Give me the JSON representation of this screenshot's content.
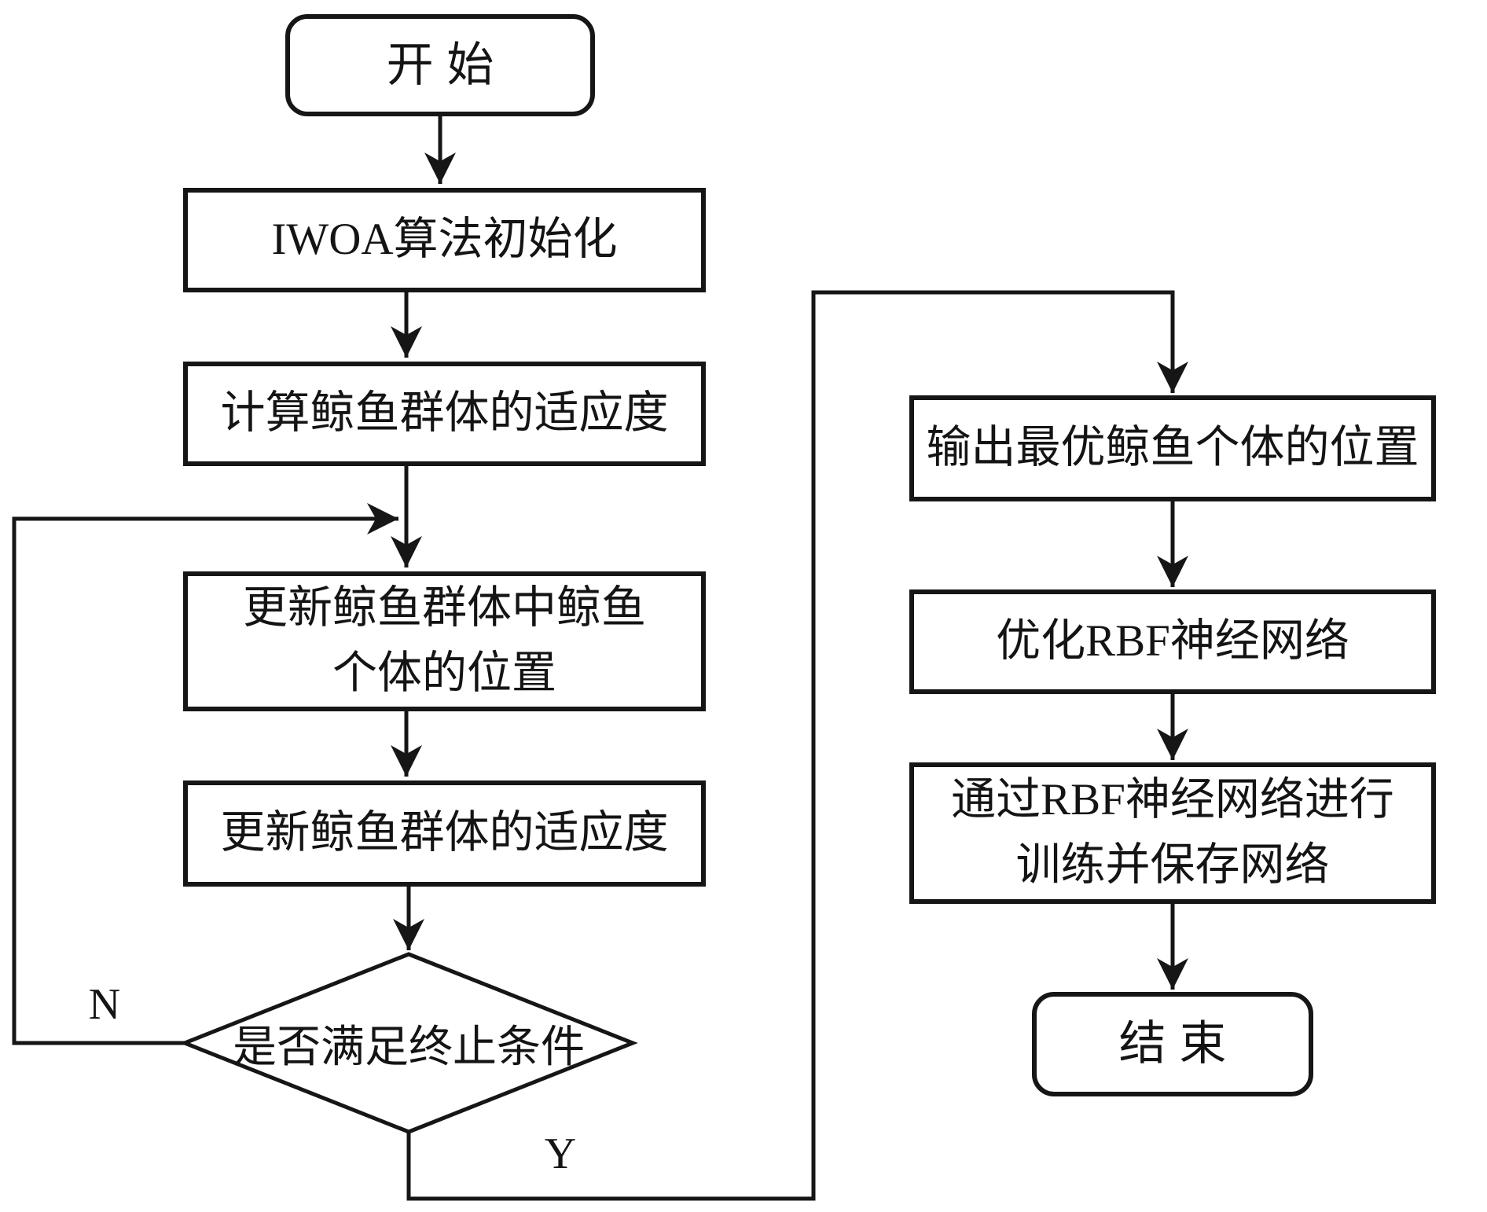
{
  "figure": {
    "title": "IWOA-RBF flowchart",
    "background_color": "#ffffff",
    "ink_color": "#161616",
    "nodes": {
      "start": {
        "type": "terminator",
        "label": "开始"
      },
      "init": {
        "type": "process",
        "label": "IWOA算法初始化"
      },
      "fitness": {
        "type": "process",
        "label": "计算鲸鱼群体的适应度"
      },
      "update_position": {
        "type": "process",
        "label": "更新鲸鱼群体中鲸鱼\n个体的位置"
      },
      "update_fitness": {
        "type": "process",
        "label": "更新鲸鱼群体的适应度"
      },
      "decision": {
        "type": "decision",
        "label": "是否满足终止条件"
      },
      "output": {
        "type": "process",
        "label": "输出最优鲸鱼个体的位置"
      },
      "optimize": {
        "type": "process",
        "label": "优化RBF神经网络"
      },
      "train": {
        "type": "process",
        "label": "通过RBF神经网络进行\n训练并保存网络"
      },
      "end": {
        "type": "terminator",
        "label": "结束"
      }
    },
    "edge_labels": {
      "no": "N",
      "yes": "Y"
    }
  }
}
